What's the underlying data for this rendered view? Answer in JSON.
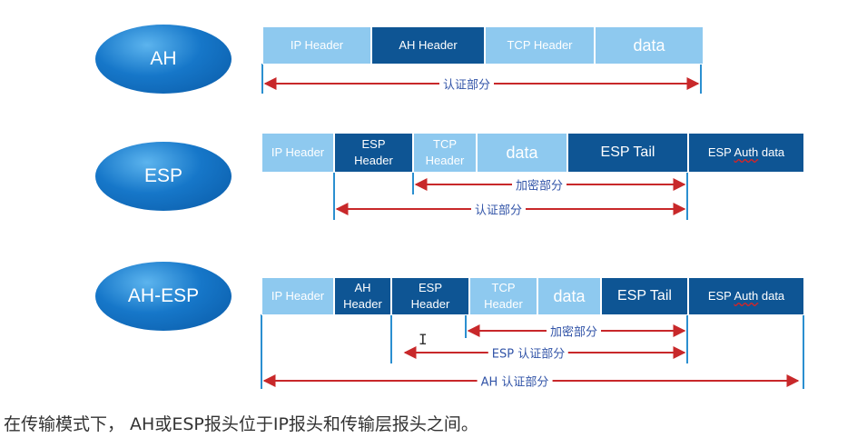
{
  "rows": {
    "ah": {
      "label": "AH",
      "fields": {
        "ip": "IP Header",
        "ah": "AH Header",
        "tcp": "TCP Header",
        "data": "data"
      },
      "auth_label": "认证部分"
    },
    "esp": {
      "label": "ESP",
      "fields": {
        "ip": "IP Header",
        "esp": "ESP Header",
        "tcp": "TCP Header",
        "data": "data",
        "tail": "ESP Tail",
        "auth_pre": "ESP ",
        "auth_word": "Auth",
        "auth_post": " data"
      },
      "enc_label": "加密部分",
      "auth_label": "认证部分"
    },
    "ahesp": {
      "label": "AH-ESP",
      "fields": {
        "ip": "IP Header",
        "ah": "AH Header",
        "esp": "ESP Header",
        "tcp": "TCP Header",
        "data": "data",
        "tail": "ESP Tail",
        "auth_pre": "ESP ",
        "auth_word": "Auth",
        "auth_post": " data"
      },
      "enc_label": "加密部分",
      "esp_auth_label": "ESP 认证部分",
      "ah_auth_label": "AH 认证部分"
    }
  },
  "caption": "在传输模式下， AH或ESP报头位于IP报头和传输层报头之间。",
  "colors": {
    "light": "#8ec9ef",
    "dark": "#0e5594",
    "arrow": "#c8282a",
    "guide": "#2b8fd0"
  },
  "cursor_icon": "text-cursor-icon"
}
